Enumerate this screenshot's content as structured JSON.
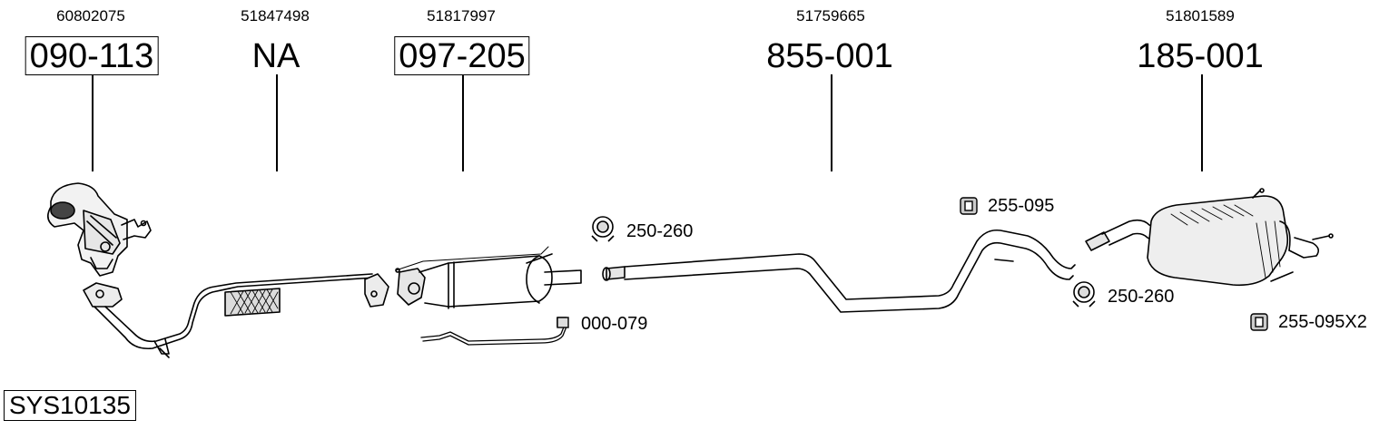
{
  "columns": [
    {
      "oem": "60802075",
      "part": "090-113",
      "boxed": true
    },
    {
      "oem": "51847498",
      "part": "NA",
      "boxed": false
    },
    {
      "oem": "51817997",
      "part": "097-205",
      "boxed": true
    },
    {
      "oem": "51759665",
      "part": "855-001",
      "boxed": false
    },
    {
      "oem": "51801589",
      "part": "185-001",
      "boxed": false
    }
  ],
  "accessories": [
    {
      "label": "250-260",
      "icon": "clamp-icon"
    },
    {
      "label": "000-079",
      "icon": "sensor-icon"
    },
    {
      "label": "255-095",
      "icon": "rubber-mount-icon"
    },
    {
      "label": "250-260",
      "icon": "clamp-icon"
    },
    {
      "label": "255-095X2",
      "icon": "rubber-mount-icon"
    }
  ],
  "system_code": "SYS10135"
}
